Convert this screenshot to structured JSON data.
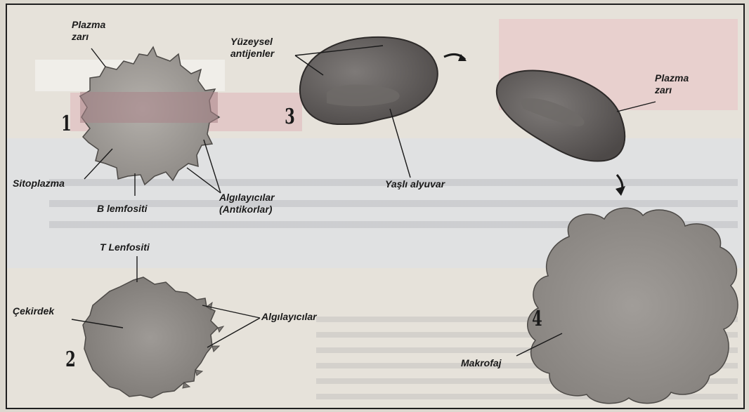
{
  "numbers": {
    "n1": "1",
    "n2": "2",
    "n3": "3",
    "n4": "4"
  },
  "labels": {
    "plazma_zari_1": "Plazma\nzarı",
    "sitoplazma": "Sitoplazma",
    "b_lenfositi": "B lemfositi",
    "algilayicilar_antikorlar": "Algılayıcılar\n(Antikorlar)",
    "yuzeysel_antijenler": "Yüzeysel\nantijenler",
    "yasli_alyuvar": "Yaşlı alyuvar",
    "plazma_zari_2": "Plazma\nzarı",
    "t_lenfositi": "T Lenfositi",
    "cekirdek": "Çekirdek",
    "algilayicilar": "Algılayıcılar",
    "makrofaj": "Makrofaj"
  },
  "colors": {
    "cell_gray": "#8a8784",
    "cell_dark": "#5b5756",
    "cell_pink_band": "#a98488"
  }
}
